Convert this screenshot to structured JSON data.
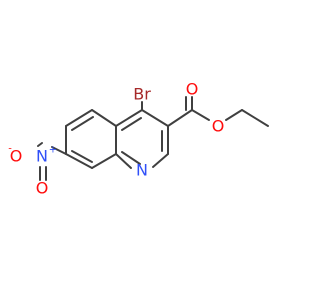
{
  "molecule": {
    "atoms": {
      "br": {
        "text": "Br",
        "color": "#a62929"
      },
      "o_carbonyl": {
        "text": "O",
        "color": "#ff0d0d"
      },
      "o_ester": {
        "text": "O",
        "color": "#ff0d0d"
      },
      "n_ring": {
        "text": "N",
        "color": "#3050f8"
      },
      "n_nitro": {
        "text": "N",
        "color": "#3050f8"
      },
      "n_nitro_charge": {
        "text": "+",
        "color": "#3050f8"
      },
      "o_nitro_top": {
        "text": "O",
        "color": "#ff0d0d"
      },
      "o_nitro_top_charge": {
        "text": "-",
        "color": "#ff0d0d"
      },
      "o_nitro_bottom": {
        "text": "O",
        "color": "#ff0d0d"
      }
    },
    "bond_color": "#404040"
  }
}
